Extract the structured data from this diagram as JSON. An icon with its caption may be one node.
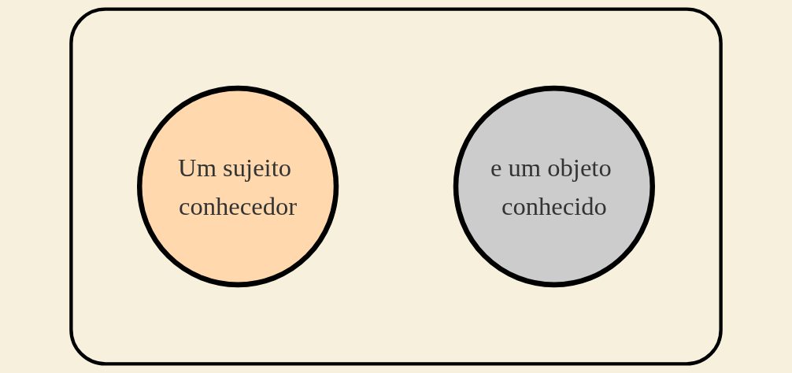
{
  "diagram": {
    "nodes": [
      {
        "text": [],
        "shape": "box"
      },
      {
        "text": [
          "Um sujeito conhecedor"
        ],
        "in": 0
      },
      {
        "text": [
          "e um objeto conhecido"
        ],
        "in": 0
      }
    ],
    "edges": []
  }
}
